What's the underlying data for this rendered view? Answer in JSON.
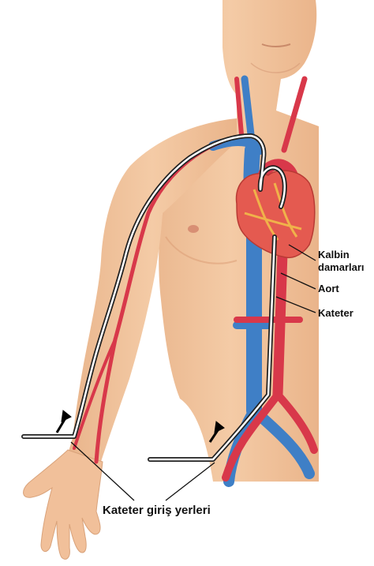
{
  "labels": {
    "coronary_line1": "Kalbin",
    "coronary_line2": "damarları",
    "aorta": "Aort",
    "catheter": "Kateter",
    "entry_sites": "Kateter giriş yerleri"
  },
  "colors": {
    "skin": "#f2c6a0",
    "skin_shadow": "#e0a57c",
    "artery": "#d8384a",
    "vein": "#3f7fc6",
    "heart": "#e45a50",
    "heart_fat": "#f0b24a",
    "catheter_outline": "#222222",
    "catheter_core": "#ffffff",
    "background": "#ffffff"
  },
  "icons": [
    "arrow-icon"
  ]
}
